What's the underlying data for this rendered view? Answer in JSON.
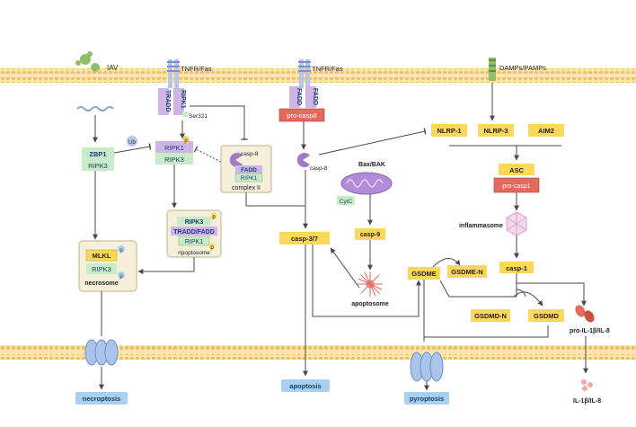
{
  "labels": {
    "iav": "IAV",
    "tnfr_fas_1": "TNFR/Fas",
    "tnfr_fas_2": "TNFR/Fas",
    "damps_pamps": "DAMPs/PAMPs",
    "tradd": "TRADD",
    "ripk1_receptor": "RIPK1",
    "ser321": "Ser321",
    "fadd_left": "FADD",
    "fadd_right": "FADD",
    "pro_casp8": "pro-casp8",
    "zbp1": "ZBP1",
    "ripk3_zbp1": "RIPK3",
    "ub": "Ub",
    "ripk1_main": "RIPK1",
    "ripk3_main": "RIPK3",
    "p": "p",
    "casp8_complex": "casp-8",
    "fadd_complex": "FADD",
    "ripk1_complex": "RIPK1",
    "complex_ii": "complex II",
    "casp8_free": "casp-8",
    "nlrp1": "NLRP-1",
    "nlrp3": "NLRP-3",
    "aim2": "AIM2",
    "bax_bak": "Bax/BAK",
    "cytc": "CytC",
    "ripk3_rip": "RIPK3",
    "tradd_fadd": "TRADD/FADD",
    "ripk1_rip": "RIPK1",
    "ripoptosome": "ripoptosome",
    "asc": "ASC",
    "pro_casp1": "pro-casp1",
    "inflammasome": "inflammasome",
    "mlkl": "MLKL",
    "ripk3_nec": "RIPK3",
    "necrosome": "necrosome",
    "casp37": "casp-3/7",
    "casp9": "casp-9",
    "casp1": "casp-1",
    "gsdme": "GSDME",
    "gsdme_n": "GSDME-N",
    "apoptosome": "apoptosome",
    "gsdmd_n": "GSDMD-N",
    "gsdmd": "GSDMD",
    "pro_il": "pro-IL-1β/IL-8",
    "il": "IL-1β/IL-8",
    "necroptosis": "necroptosis",
    "apoptosis": "apoptosis",
    "pyroptosis": "pyroptosis"
  },
  "colors": {
    "membrane": "#f3c86a",
    "yellow_box": "#fbd75b",
    "green_box": "#c9ecc8",
    "blue_box": "#a9d0ef",
    "purple": "#a07bc6",
    "light_purple": "#cfb5e6",
    "complex_bg": "#f6efd9",
    "red_box": "#e46a5f",
    "receptor_blue": "#b9c6e8",
    "arrow": "#4a4a4a"
  }
}
